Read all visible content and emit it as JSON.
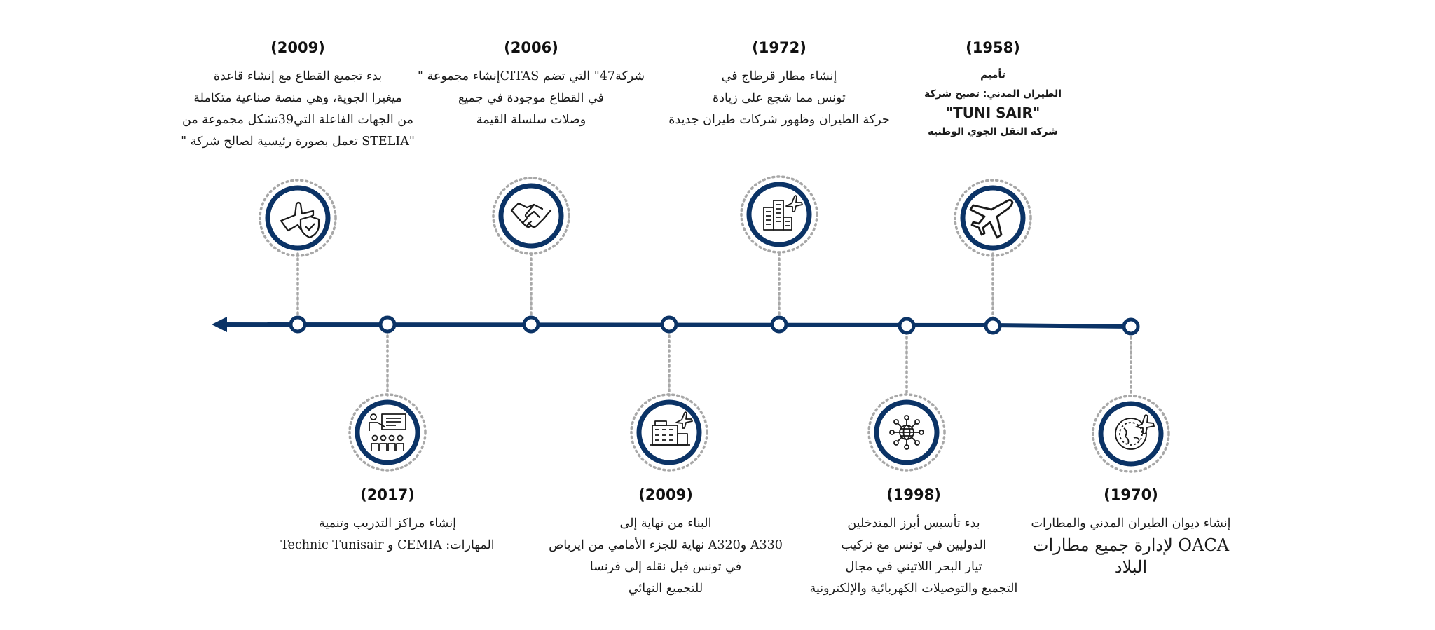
{
  "accent_color": "#0b3366",
  "dot_color": "#a8a8a8",
  "events": [
    {
      "id": "stelia",
      "position": "top",
      "year": "(2009)",
      "icon": "airplane-shield-icon",
      "lines": [
        "بدء تجميع القطاع مع إنشاء قاعدة",
        "ميغيرا الجوية، وهي منصة صناعية متكاملة",
        "من الجهات الفاعلة التي39تشكل مجموعة من",
        "\"STELIA تعمل بصورة رئيسية لصالح شركة \""
      ]
    },
    {
      "id": "citas",
      "position": "top",
      "year": "(2006)",
      "icon": "handshake-icon",
      "lines": [
        "شركة47\" التي تضم CITASإنشاء مجموعة \"",
        "في القطاع موجودة في جميع",
        "وصلات سلسلة القيمة"
      ]
    },
    {
      "id": "carthage",
      "position": "top",
      "year": "(1972)",
      "icon": "city-airplane-icon",
      "lines": [
        "إنشاء مطار قرطاج في",
        "تونس مما شجع على زيادة",
        "حركة الطيران وظهور شركات طيران جديدة"
      ]
    },
    {
      "id": "tunisair",
      "position": "top",
      "year": "(1958)",
      "icon": "airplane-icon",
      "lines": [
        "تأميم",
        "الطيران المدني: تصبح شركة",
        "\"TUNI SAIR\"",
        "شركة النقل الجوي الوطنية"
      ]
    },
    {
      "id": "training",
      "position": "bottom",
      "year": "(2017)",
      "icon": "training-presentation-icon",
      "lines": [
        "إنشاء مراكز التدريب وتنمية",
        "المهارات: CEMIA و Technic Tunisair"
      ]
    },
    {
      "id": "airbus",
      "position": "bottom",
      "year": "(2009)",
      "icon": "factory-airplane-icon",
      "lines": [
        "البناء من نهاية إلى",
        "A330 وA320 نهاية للجزء الأمامي من ايرباص",
        "في تونس قبل نقله إلى فرنسا",
        "للتجميع النهائي"
      ]
    },
    {
      "id": "latecoere",
      "position": "bottom",
      "year": "(1998)",
      "icon": "globe-network-icon",
      "lines": [
        "بدء تأسيس أبرز المتدخلين",
        "الدوليين في تونس مع تركيب",
        "تيار البحر اللاتيني في مجال",
        "التجميع والتوصيلات الكهربائية والإلكترونية"
      ]
    },
    {
      "id": "oaca",
      "position": "bottom",
      "year": "(1970)",
      "icon": "globe-airplane-icon",
      "lines": [
        "إنشاء ديوان الطيران المدني والمطارات",
        "OACA لإدارة جميع مطارات البلاد"
      ]
    }
  ]
}
